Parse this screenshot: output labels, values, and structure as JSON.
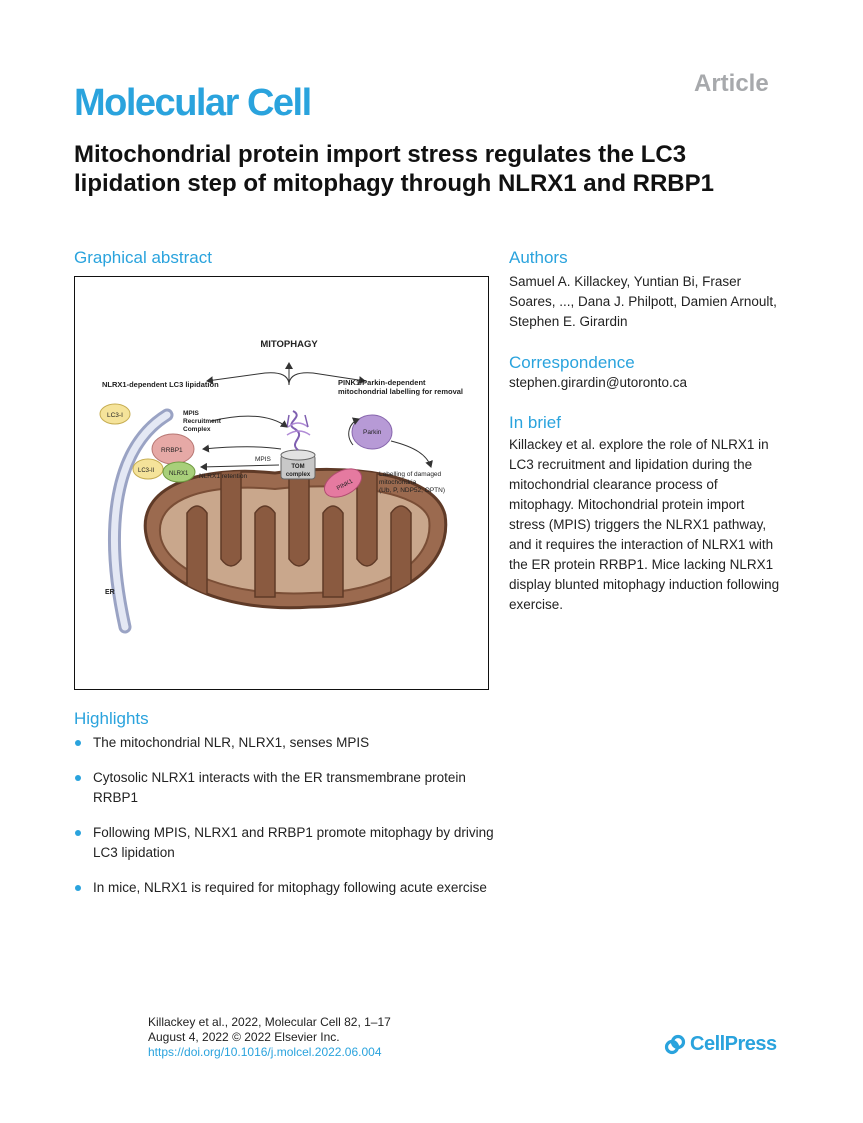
{
  "header": {
    "article_tag": "Article",
    "journal": "Molecular Cell",
    "title": "Mitochondrial protein import stress regulates the LC3 lipidation step of mitophagy through NLRX1 and RRBP1"
  },
  "graphical_abstract": {
    "heading": "Graphical abstract",
    "labels": {
      "mitophagy": "MITOPHAGY",
      "left_branch": "NLRX1-dependent LC3 lipidation",
      "right_branch_1": "PINK1/Parkin-dependent",
      "right_branch_2": "mitochondrial labelling for removal",
      "lc3i": "LC3-I",
      "mpis_rc_1": "MPIS",
      "mpis_rc_2": "Recruitment",
      "mpis_rc_3": "Complex",
      "rrbp1": "RRBP1",
      "lc3ii": "LC3-II",
      "nlrx1": "NLRX1",
      "mpis": "MPIS",
      "nlrx1_retention": "NLRX1 retention",
      "tom_1": "TOM",
      "tom_2": "complex",
      "parkin": "Parkin",
      "pink1": "PINK1",
      "labelling_1": "Labelling of damaged",
      "labelling_2": "mitochondria",
      "labelling_3": "(Ub, P, NDP52, OPTN)",
      "er": "ER"
    }
  },
  "authors": {
    "heading": "Authors",
    "text": "Samuel A. Killackey, Yuntian Bi, Fraser Soares, ..., Dana J. Philpott, Damien Arnoult, Stephen E. Girardin"
  },
  "correspondence": {
    "heading": "Correspondence",
    "email": "stephen.girardin@utoronto.ca"
  },
  "in_brief": {
    "heading": "In brief",
    "text": "Killackey et al. explore the role of NLRX1 in LC3 recruitment and lipidation during the mitochondrial clearance process of mitophagy. Mitochondrial protein import stress (MPIS) triggers the NLRX1 pathway, and it requires the interaction of NLRX1 with the ER protein RRBP1. Mice lacking NLRX1 display blunted mitophagy induction following exercise."
  },
  "highlights": {
    "heading": "Highlights",
    "items": [
      "The mitochondrial NLR, NLRX1, senses MPIS",
      "Cytosolic NLRX1 interacts with the ER transmembrane protein RRBP1",
      "Following MPIS, NLRX1 and RRBP1 promote mitophagy by driving LC3 lipidation",
      "In mice, NLRX1 is required for mitophagy following acute exercise"
    ]
  },
  "footer": {
    "citation": "Killackey et al., 2022, Molecular Cell 82, 1–17",
    "date": "August 4, 2022 © 2022 Elsevier Inc.",
    "doi": "https://doi.org/10.1016/j.molcel.2022.06.004"
  },
  "brand": {
    "name": "CellPress",
    "icon": "cellpress-logo-icon",
    "accent_color": "#2aa3dd"
  }
}
